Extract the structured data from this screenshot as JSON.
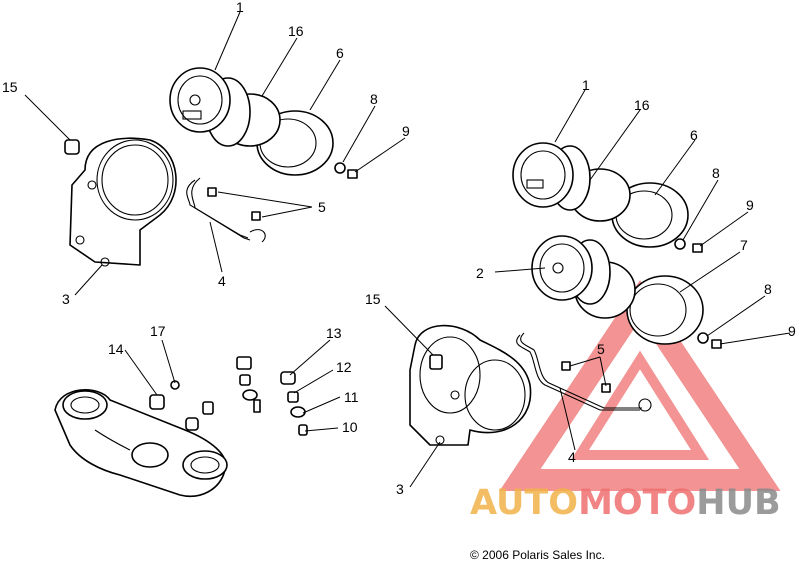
{
  "copyright": "© 2006 Polaris Sales Inc.",
  "watermark": {
    "part1": "AUTO",
    "part2": "MOTO",
    "part3": "HUB",
    "color_orange": "#f2b24a",
    "color_red": "#ef6f6f",
    "color_gray": "#8a8a8a"
  },
  "callouts": {
    "c1a": "1",
    "c16a": "16",
    "c6a": "6",
    "c8a": "8",
    "c9a": "9",
    "c15a": "15",
    "c5a": "5",
    "c4a": "4",
    "c3a": "3",
    "c1b": "1",
    "c16b": "16",
    "c6b": "6",
    "c8b": "8",
    "c9b": "9",
    "c2b": "2",
    "c7b": "7",
    "c8c": "8",
    "c9c": "9",
    "c15b": "15",
    "c5b": "5",
    "c4b": "4",
    "c3b": "3",
    "c17": "17",
    "c14": "14",
    "c13": "13",
    "c12": "12",
    "c11": "11",
    "c10": "10"
  }
}
